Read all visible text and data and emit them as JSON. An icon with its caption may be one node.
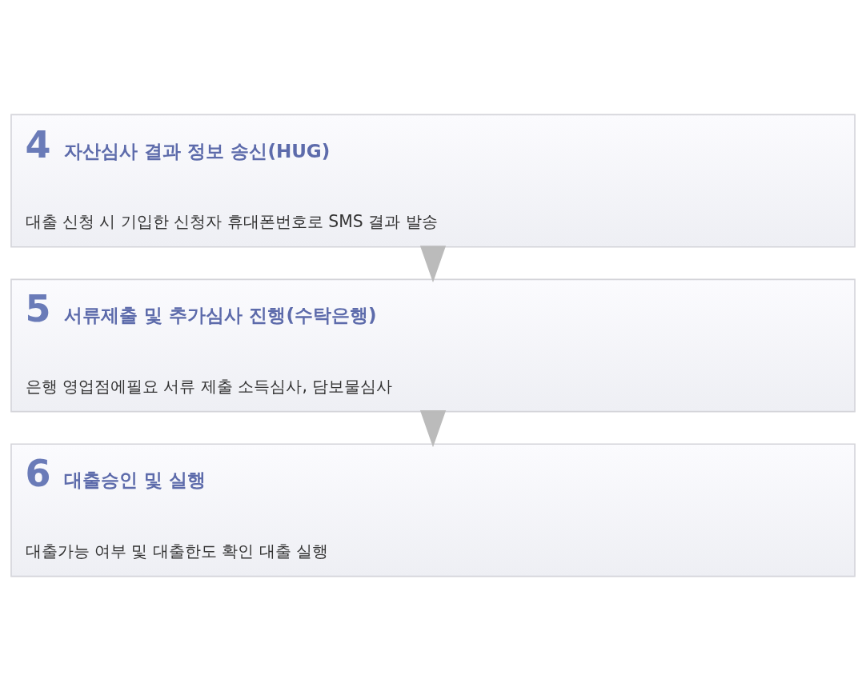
{
  "diagram": {
    "nodes": [
      {
        "text": [
          "4",
          "자산심사 결과 정보 송신(HUG)",
          "대출 신청 시 기입한 신청자 휴대폰번호로 SMS 결과 발송"
        ]
      },
      {
        "text": [
          "5",
          "서류제출 및 추가심사 진행(수탁은행)",
          "은행 영업점에필요 서류 제출 소득심사, 담보물심사"
        ]
      },
      {
        "text": [
          "6",
          "대출승인 및 실행",
          "대출가능 여부 및 대출한도 확인 대출 실행"
        ]
      }
    ],
    "edges": [
      {
        "from": 0,
        "to": 1,
        "arrow": "to"
      },
      {
        "from": 1,
        "to": 2,
        "arrow": "to"
      }
    ]
  }
}
